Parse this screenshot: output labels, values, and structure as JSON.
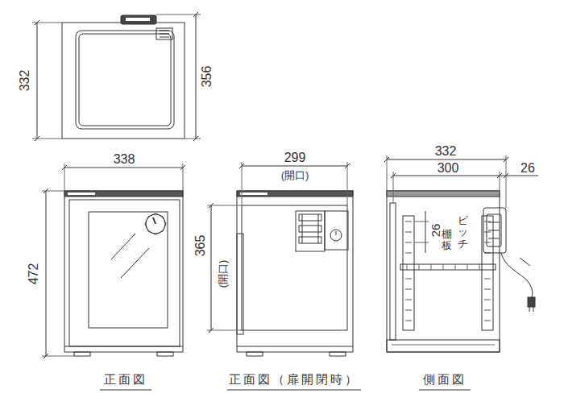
{
  "diagram": {
    "labels": [
      "332",
      "356",
      "338",
      "472",
      "299",
      "(開口)",
      "365",
      "(開口)",
      "332",
      "300",
      "26",
      "26",
      "棚板",
      "ピッチ",
      "正面図",
      "正面図（扉開閉時）",
      "側面図"
    ]
  }
}
